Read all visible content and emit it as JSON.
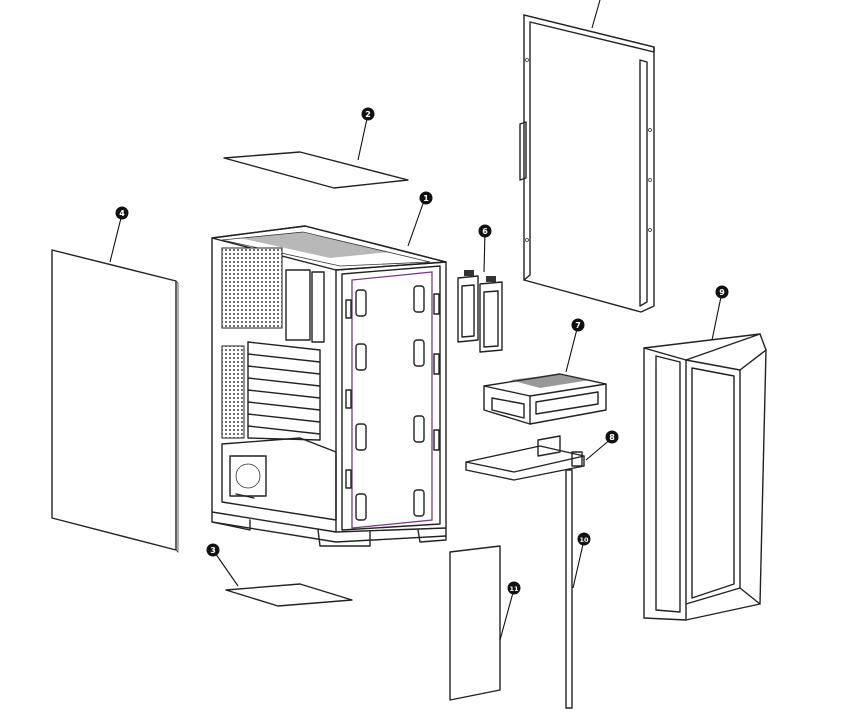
{
  "diagram": {
    "type": "exploded-view",
    "callouts": [
      {
        "id": "callout-1",
        "label": "1"
      },
      {
        "id": "callout-2",
        "label": "2"
      },
      {
        "id": "callout-3",
        "label": "3"
      },
      {
        "id": "callout-4",
        "label": "4"
      },
      {
        "id": "callout-6",
        "label": "6"
      },
      {
        "id": "callout-7",
        "label": "7"
      },
      {
        "id": "callout-8",
        "label": "8"
      },
      {
        "id": "callout-9",
        "label": "9"
      },
      {
        "id": "callout-10",
        "label": "10"
      },
      {
        "id": "callout-11",
        "label": "11"
      }
    ]
  }
}
